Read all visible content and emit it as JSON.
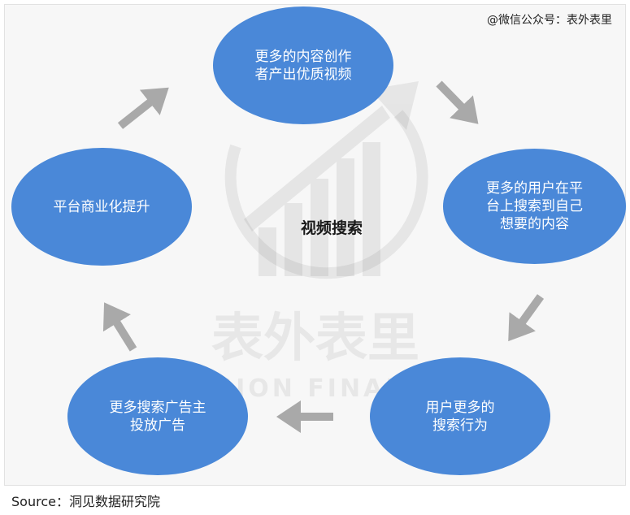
{
  "header": {
    "wechat_tag": "@微信公众号：表外表里"
  },
  "center": {
    "label": "视频搜索"
  },
  "nodes": [
    {
      "id": "top",
      "text": "更多的内容创作\n者产出优质视频"
    },
    {
      "id": "right",
      "text": "更多的用户在平\n台上搜索到自己\n想要的内容"
    },
    {
      "id": "bottom-right",
      "text": "用户更多的\n搜索行为"
    },
    {
      "id": "bottom-left",
      "text": "更多搜索广告主\n投放广告"
    },
    {
      "id": "left",
      "text": "平台商业化提升"
    }
  ],
  "watermark": {
    "cn": "表外表里",
    "en": "VISION FINANCE"
  },
  "footer": {
    "source": "Source：洞见数据研究院"
  },
  "colors": {
    "node": "#4a88d8",
    "arrow": "#a9a9a9",
    "background": "#f7f7f7"
  }
}
